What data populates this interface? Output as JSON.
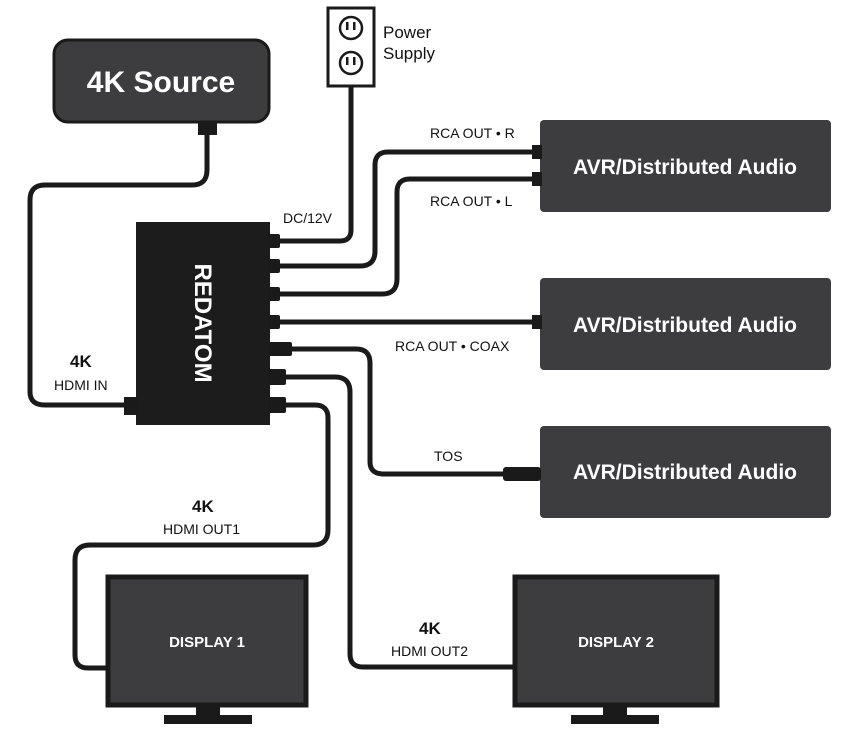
{
  "source": {
    "label": "4K Source"
  },
  "power": {
    "label_line1": "Power",
    "label_line2": "Supply"
  },
  "device": {
    "brand": "REDATOM"
  },
  "avr": [
    {
      "label": "AVR/Distributed Audio"
    },
    {
      "label": "AVR/Distributed Audio"
    },
    {
      "label": "AVR/Distributed Audio"
    }
  ],
  "displays": [
    {
      "label": "DISPLAY 1"
    },
    {
      "label": "DISPLAY 2"
    }
  ],
  "connections": {
    "dc": "DC/12V",
    "rca_r": "RCA OUT • R",
    "rca_l": "RCA OUT • L",
    "coax": "RCA OUT • COAX",
    "tos": "TOS",
    "hdmi_in_res": "4K",
    "hdmi_in": "HDMI IN",
    "hdmi_out1_res": "4K",
    "hdmi_out1": "HDMI OUT1",
    "hdmi_out2_res": "4K",
    "hdmi_out2": "HDMI OUT2"
  },
  "colors": {
    "box_fill": "#3d3d3f",
    "box_border": "#1a1a1a",
    "device_fill": "#1c1c1c",
    "cable": "#1a1a1a"
  }
}
